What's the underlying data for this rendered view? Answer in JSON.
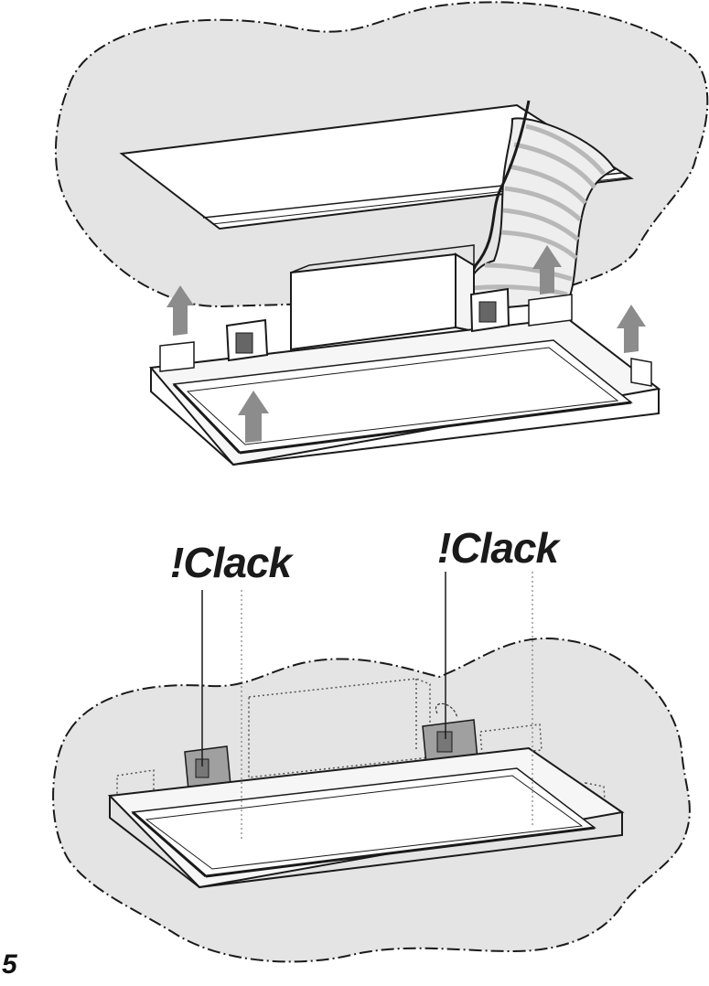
{
  "figure": {
    "number": "5",
    "callouts": {
      "left": "!Clack",
      "right": "!Clack"
    }
  },
  "colors": {
    "ceiling_fill": "#e4e4e4",
    "arrow_fill": "#8c8c8c",
    "line": "#1a1a1a",
    "bracket_fill": "#a0a0a0"
  }
}
